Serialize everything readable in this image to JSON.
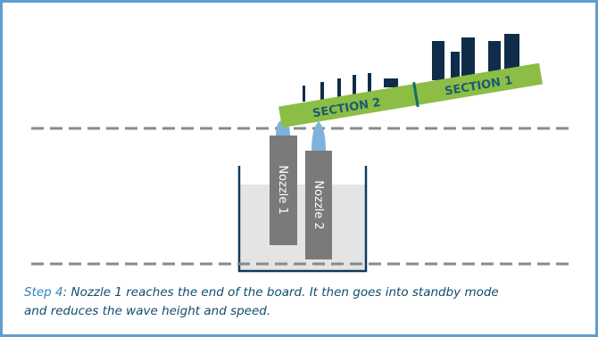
{
  "board": {
    "section_left": "SECTION 2",
    "section_right": "SECTION 1"
  },
  "nozzles": [
    {
      "label": "Nozzle 1"
    },
    {
      "label": "Nozzle 2"
    }
  ],
  "caption": {
    "step": "Step 4",
    "separator": ":",
    "text_line1": "Nozzle 1 reaches the end of the board. It then goes into standby mode",
    "text_line2": "and reduces the wave height and speed."
  },
  "colors": {
    "frame_border": "#5f9fcf",
    "board": "#8cbd45",
    "board_text": "#1d5b70",
    "section_divider": "#126b6a",
    "components": "#0f2c4a",
    "nozzle_body": "#7a7a7a",
    "nozzle_text": "#ffffff",
    "wave": "#7eb2dc",
    "bath_fill": "#e4e4e4",
    "tank_outline": "#123a5c",
    "dashed_lines": "#8a8a8a",
    "caption_text": "#0f4c6e",
    "caption_step": "#2a86c0"
  }
}
